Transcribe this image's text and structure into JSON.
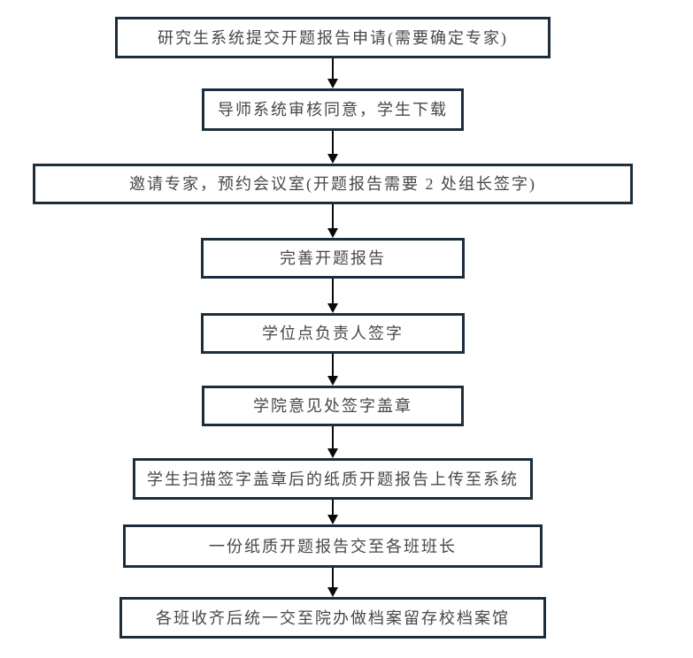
{
  "flowchart": {
    "description": "Graduate thesis proposal (opening report) approval process flowchart",
    "steps": [
      {
        "label": "研究生系统提交开题报告申请(需要确定专家)"
      },
      {
        "label": "导师系统审核同意，学生下载"
      },
      {
        "label": "邀请专家，预约会议室(开题报告需要 2 处组长签字)"
      },
      {
        "label": "完善开题报告"
      },
      {
        "label": "学位点负责人签字"
      },
      {
        "label": "学院意见处签字盖章"
      },
      {
        "label": "学生扫描签字盖章后的纸质开题报告上传至系统"
      },
      {
        "label": "一份纸质开题报告交至各班班长"
      },
      {
        "label": "各班收齐后统一交至院办做档案留存校档案馆"
      }
    ],
    "colors": {
      "box_border": "#1c2e3d",
      "arrow": "#0a0a0a",
      "text": "#474747",
      "background": "#ffffff"
    }
  }
}
